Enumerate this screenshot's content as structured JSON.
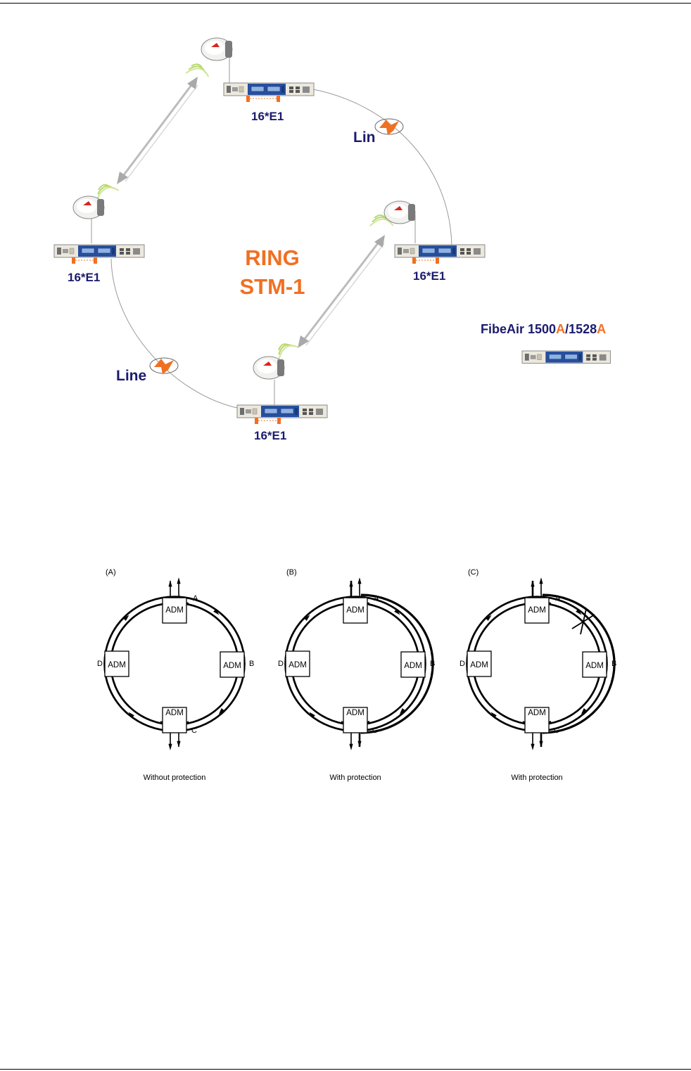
{
  "network": {
    "e1_labels": [
      "16*E1",
      "16*E1",
      "16*E1",
      "16*E1"
    ],
    "line_labels": [
      "Lin",
      "Line"
    ],
    "center_title": [
      "RING",
      "STM-1"
    ],
    "product": {
      "name": "FibeAir 1500",
      "accent1": "A",
      "sep": "/1528",
      "accent2": "A"
    }
  },
  "rings": [
    {
      "panel": "(A)",
      "nodes": {
        "top": "A",
        "right": "B",
        "bottom": "C",
        "left": "D"
      },
      "adm": "ADM",
      "caption": "Without protection",
      "break": false
    },
    {
      "panel": "(B)",
      "nodes": {
        "top": "A",
        "right": "B",
        "bottom": "C",
        "left": "D"
      },
      "adm": "ADM",
      "caption": "With protection",
      "break": false
    },
    {
      "panel": "(C)",
      "nodes": {
        "top": "A",
        "right": "B",
        "bottom": "C",
        "left": "D"
      },
      "adm": "ADM",
      "caption": "With protection",
      "break": true
    }
  ],
  "colors": {
    "accent": "#f07022",
    "navy": "#1b1b6e",
    "unit_blue": "#274f9e"
  }
}
